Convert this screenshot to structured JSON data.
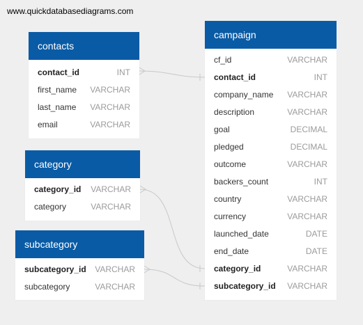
{
  "watermark": "www.quickdatabasediagrams.com",
  "tables": {
    "contacts": {
      "title": "contacts",
      "columns": [
        {
          "name": "contact_id",
          "type": "INT",
          "pk": true
        },
        {
          "name": "first_name",
          "type": "VARCHAR",
          "pk": false
        },
        {
          "name": "last_name",
          "type": "VARCHAR",
          "pk": false
        },
        {
          "name": "email",
          "type": "VARCHAR",
          "pk": false
        }
      ]
    },
    "category": {
      "title": "category",
      "columns": [
        {
          "name": "category_id",
          "type": "VARCHAR",
          "pk": true
        },
        {
          "name": "category",
          "type": "VARCHAR",
          "pk": false
        }
      ]
    },
    "subcategory": {
      "title": "subcategory",
      "columns": [
        {
          "name": "subcategory_id",
          "type": "VARCHAR",
          "pk": true
        },
        {
          "name": "subcategory",
          "type": "VARCHAR",
          "pk": false
        }
      ]
    },
    "campaign": {
      "title": "campaign",
      "columns": [
        {
          "name": "cf_id",
          "type": "VARCHAR",
          "pk": false
        },
        {
          "name": "contact_id",
          "type": "INT",
          "pk": true
        },
        {
          "name": "company_name",
          "type": "VARCHAR",
          "pk": false
        },
        {
          "name": "description",
          "type": "VARCHAR",
          "pk": false
        },
        {
          "name": "goal",
          "type": "DECIMAL",
          "pk": false
        },
        {
          "name": "pledged",
          "type": "DECIMAL",
          "pk": false
        },
        {
          "name": "outcome",
          "type": "VARCHAR",
          "pk": false
        },
        {
          "name": "backers_count",
          "type": "INT",
          "pk": false
        },
        {
          "name": "country",
          "type": "VARCHAR",
          "pk": false
        },
        {
          "name": "currency",
          "type": "VARCHAR",
          "pk": false
        },
        {
          "name": "launched_date",
          "type": "DATE",
          "pk": false
        },
        {
          "name": "end_date",
          "type": "DATE",
          "pk": false
        },
        {
          "name": "category_id",
          "type": "VARCHAR",
          "pk": true
        },
        {
          "name": "subcategory_id",
          "type": "VARCHAR",
          "pk": true
        }
      ]
    }
  },
  "relationships": [
    {
      "from": "contacts.contact_id",
      "to": "campaign.contact_id",
      "from_end": "many",
      "to_end": "one"
    },
    {
      "from": "category.category_id",
      "to": "campaign.category_id",
      "from_end": "many",
      "to_end": "one"
    },
    {
      "from": "subcategory.subcategory_id",
      "to": "campaign.subcategory_id",
      "from_end": "many",
      "to_end": "one"
    }
  ],
  "colors": {
    "header": "#0a5ba5",
    "background": "#efefef",
    "connector": "#c8c8c8"
  }
}
